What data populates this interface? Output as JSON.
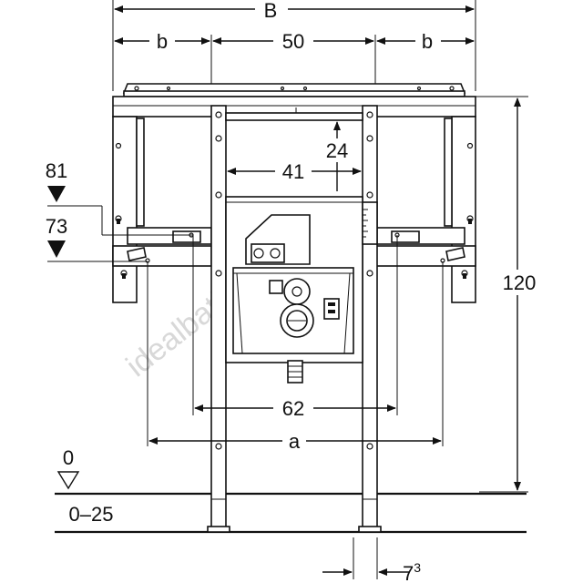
{
  "dimensions": {
    "overall_width": "B",
    "side_width_left": "b",
    "frame_width": "50",
    "side_width_right": "b",
    "offset_top": "24",
    "inner_width": "41",
    "height_upper": "81",
    "height_lower": "73",
    "total_height": "120",
    "bracket_spacing": "62",
    "bracket_spacing_outer": "a",
    "floor_level": "0",
    "foot_adjust": "0–25",
    "foot_width_base": "7",
    "foot_width_sup": "3"
  },
  "watermark": "idealbathrooms.com"
}
